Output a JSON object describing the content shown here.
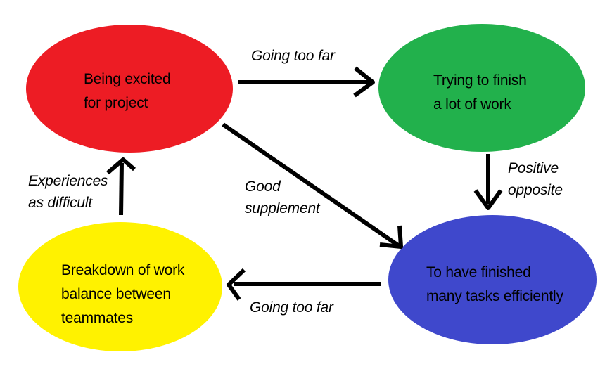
{
  "background": "#ffffff",
  "arrow_color": "#000000",
  "text_color": "#000000",
  "nodes": [
    {
      "name": "being-excited-for-project",
      "color": "#ED1C24",
      "lines": [
        "Being excited",
        "for project"
      ]
    },
    {
      "name": "trying-to-finish-a-lot-of-work",
      "color": "#22B14C",
      "lines": [
        "Trying to finish",
        "a lot of work"
      ]
    },
    {
      "name": "to-have-finished-many-tasks",
      "color": "#3F48CC",
      "lines": [
        "To have finished",
        "many tasks efficiently"
      ]
    },
    {
      "name": "breakdown-of-work-balance",
      "color": "#FFF200",
      "lines": [
        "Breakdown of work",
        "balance between",
        "teammates"
      ]
    }
  ],
  "edges": [
    {
      "name": "excited-to-trying",
      "label_lines": [
        "Going too far"
      ]
    },
    {
      "name": "trying-to-finished",
      "label_lines": [
        "Positive",
        "opposite"
      ]
    },
    {
      "name": "excited-to-finished",
      "label_lines": [
        "Good",
        "supplement"
      ]
    },
    {
      "name": "finished-to-breakdown",
      "label_lines": [
        "Going too far"
      ]
    },
    {
      "name": "breakdown-to-excited",
      "label_lines": [
        "Experiences",
        "as difficult"
      ]
    }
  ]
}
